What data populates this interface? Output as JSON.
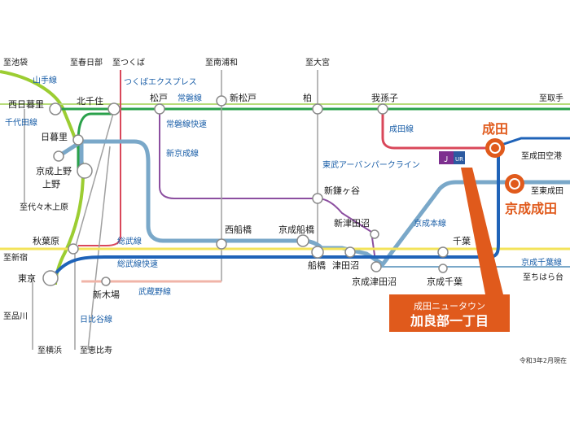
{
  "map": {
    "destinations": {
      "ikebukuro": "至池袋",
      "kasukabe": "至春日部",
      "tsukuba": "至つくば",
      "minami_urawa": "至南浦和",
      "omiya": "至大宮",
      "toride": "至取手",
      "narita_airport": "至成田空港",
      "higashi_narita": "至東成田",
      "yoyogi_uehara": "至代々木上原",
      "shinjuku": "至新宿",
      "shinagawa": "至品川",
      "yokohama": "至横浜",
      "ebisu": "至恵比寿",
      "chiharadai": "至ちはら台"
    },
    "lines": {
      "yamanote": "山手線",
      "chiyoda": "千代田線",
      "tsukuba_express": "つくばエクスプレス",
      "joban": "常磐線",
      "joban_rapid": "常磐線快速",
      "shin_keisei": "新京成線",
      "narita": "成田線",
      "tobu_urban_park": "東武アーバンパークライン",
      "keisei_main": "京成本線",
      "sobu": "総武線",
      "sobu_rapid": "総武線快速",
      "musashino": "武蔵野線",
      "hibiya": "日比谷線",
      "keisei_chiba": "京成千葉線"
    },
    "stations": {
      "nishi_nippori": "西日暮里",
      "kita_senju": "北千住",
      "matsudo": "松戸",
      "shin_matsudo": "新松戸",
      "kashiwa": "柏",
      "abiko": "我孫子",
      "nippori": "日暮里",
      "keisei_ueno": "京成上野",
      "ueno": "上野",
      "shin_kamagaya": "新鎌ヶ谷",
      "nishi_funabashi": "西船橋",
      "keisei_funabashi": "京成船橋",
      "shin_tsudanuma": "新津田沼",
      "akihabara": "秋葉原",
      "tokyo": "東京",
      "funabashi": "船橋",
      "tsudanuma": "津田沼",
      "keisei_tsudanuma": "京成津田沼",
      "chiba": "千葉",
      "keisei_chiba": "京成千葉",
      "shin_kiba": "新木場",
      "narita": "成田",
      "keisei_narita": "京成成田"
    },
    "callout": {
      "line1": "成田ニュータウン",
      "line2": "加良部一丁目"
    },
    "logo_text": "UR",
    "date_note": "令和3年2月現在",
    "colors": {
      "yamanote": "#9ccd32",
      "joban": "#2aa14b",
      "narita": "#d9475a",
      "tsukuba_express": "#d9475a",
      "sobu": "#f3e35a",
      "sobu_rapid": "#1f63b8",
      "keisei": "#7aa8c9",
      "shin_keisei": "#8c4fa0",
      "musashino": "#f0b4a8",
      "accent": "#e05a1c"
    }
  }
}
